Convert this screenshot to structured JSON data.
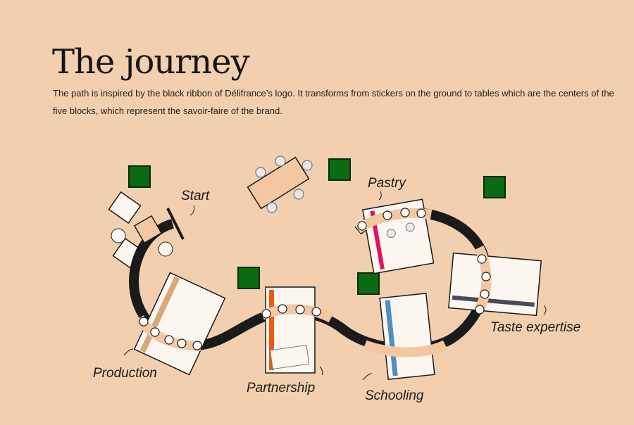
{
  "header": {
    "title": "The journey",
    "description": "The path is inspired by the black ribbon of Délifrance’s logo. It transforms from stickers on the ground to tables which are the centers of the five blocks, which represent the savoir-faire of the brand."
  },
  "diagram": {
    "labels": {
      "start": "Start",
      "pastry": "Pastry",
      "production": "Production",
      "partnership": "Partnership",
      "schooling": "Schooling",
      "taste": "Taste expertise"
    },
    "colors": {
      "background": "#f2cfae",
      "ribbon": "#1a1a1a",
      "plant": "#0c6b12",
      "production_stripe": "#d9a877",
      "partnership_stripe": "#f05a10",
      "schooling_stripe": "#4d8fc0",
      "pastry_stripe": "#e0145a",
      "taste_stripe": "#4a4a5a"
    }
  }
}
